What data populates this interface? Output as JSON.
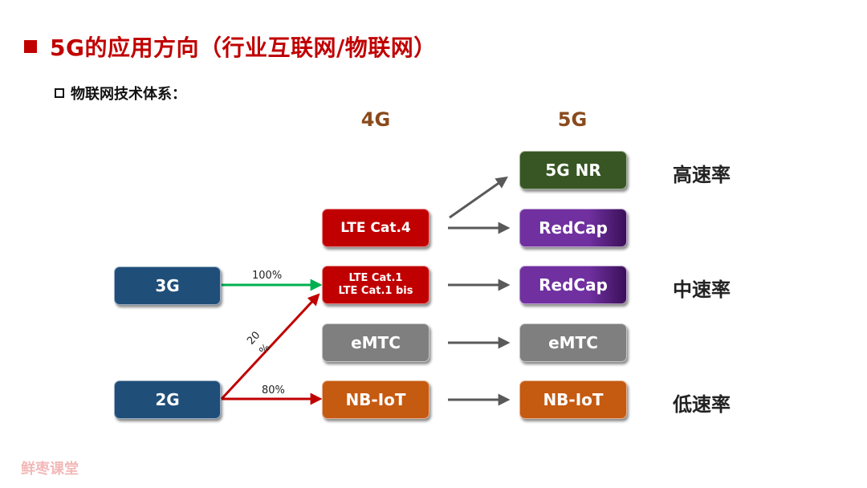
{
  "title": "5G的应用方向（行业互联网/物联网）",
  "subtitle": "物联网技术体系：",
  "columns": {
    "g4": "4G",
    "g5": "5G"
  },
  "legacy": {
    "g3": "3G",
    "g2": "2G"
  },
  "g4_boxes": {
    "cat4": "LTE Cat.4",
    "cat1_line1": "LTE Cat.1",
    "cat1_line2": "LTE Cat.1 bis",
    "emtc": "eMTC",
    "nbiot": "NB-IoT"
  },
  "g5_boxes": {
    "nr": "5G NR",
    "redcap_a": "RedCap",
    "redcap_b": "RedCap",
    "emtc": "eMTC",
    "nbiot": "NB-IoT"
  },
  "rates": {
    "high": "高速率",
    "mid": "中速率",
    "low": "低速率"
  },
  "arrow_labels": {
    "g3_to_cat1": "100%",
    "g2_to_cat1_a": "20",
    "g2_to_cat1_b": "%",
    "g2_to_nbiot": "80%"
  },
  "watermark": "鲜枣课堂",
  "colors": {
    "title_red": "#c00000",
    "header_brown": "#8a4a1c",
    "blue": "#1f4e79",
    "red": "#c00000",
    "gray": "#7f7f7f",
    "orange": "#c55a11",
    "green": "#375623",
    "purple": "#7030a0",
    "arrow_green": "#00b050",
    "arrow_gray": "#595959"
  }
}
